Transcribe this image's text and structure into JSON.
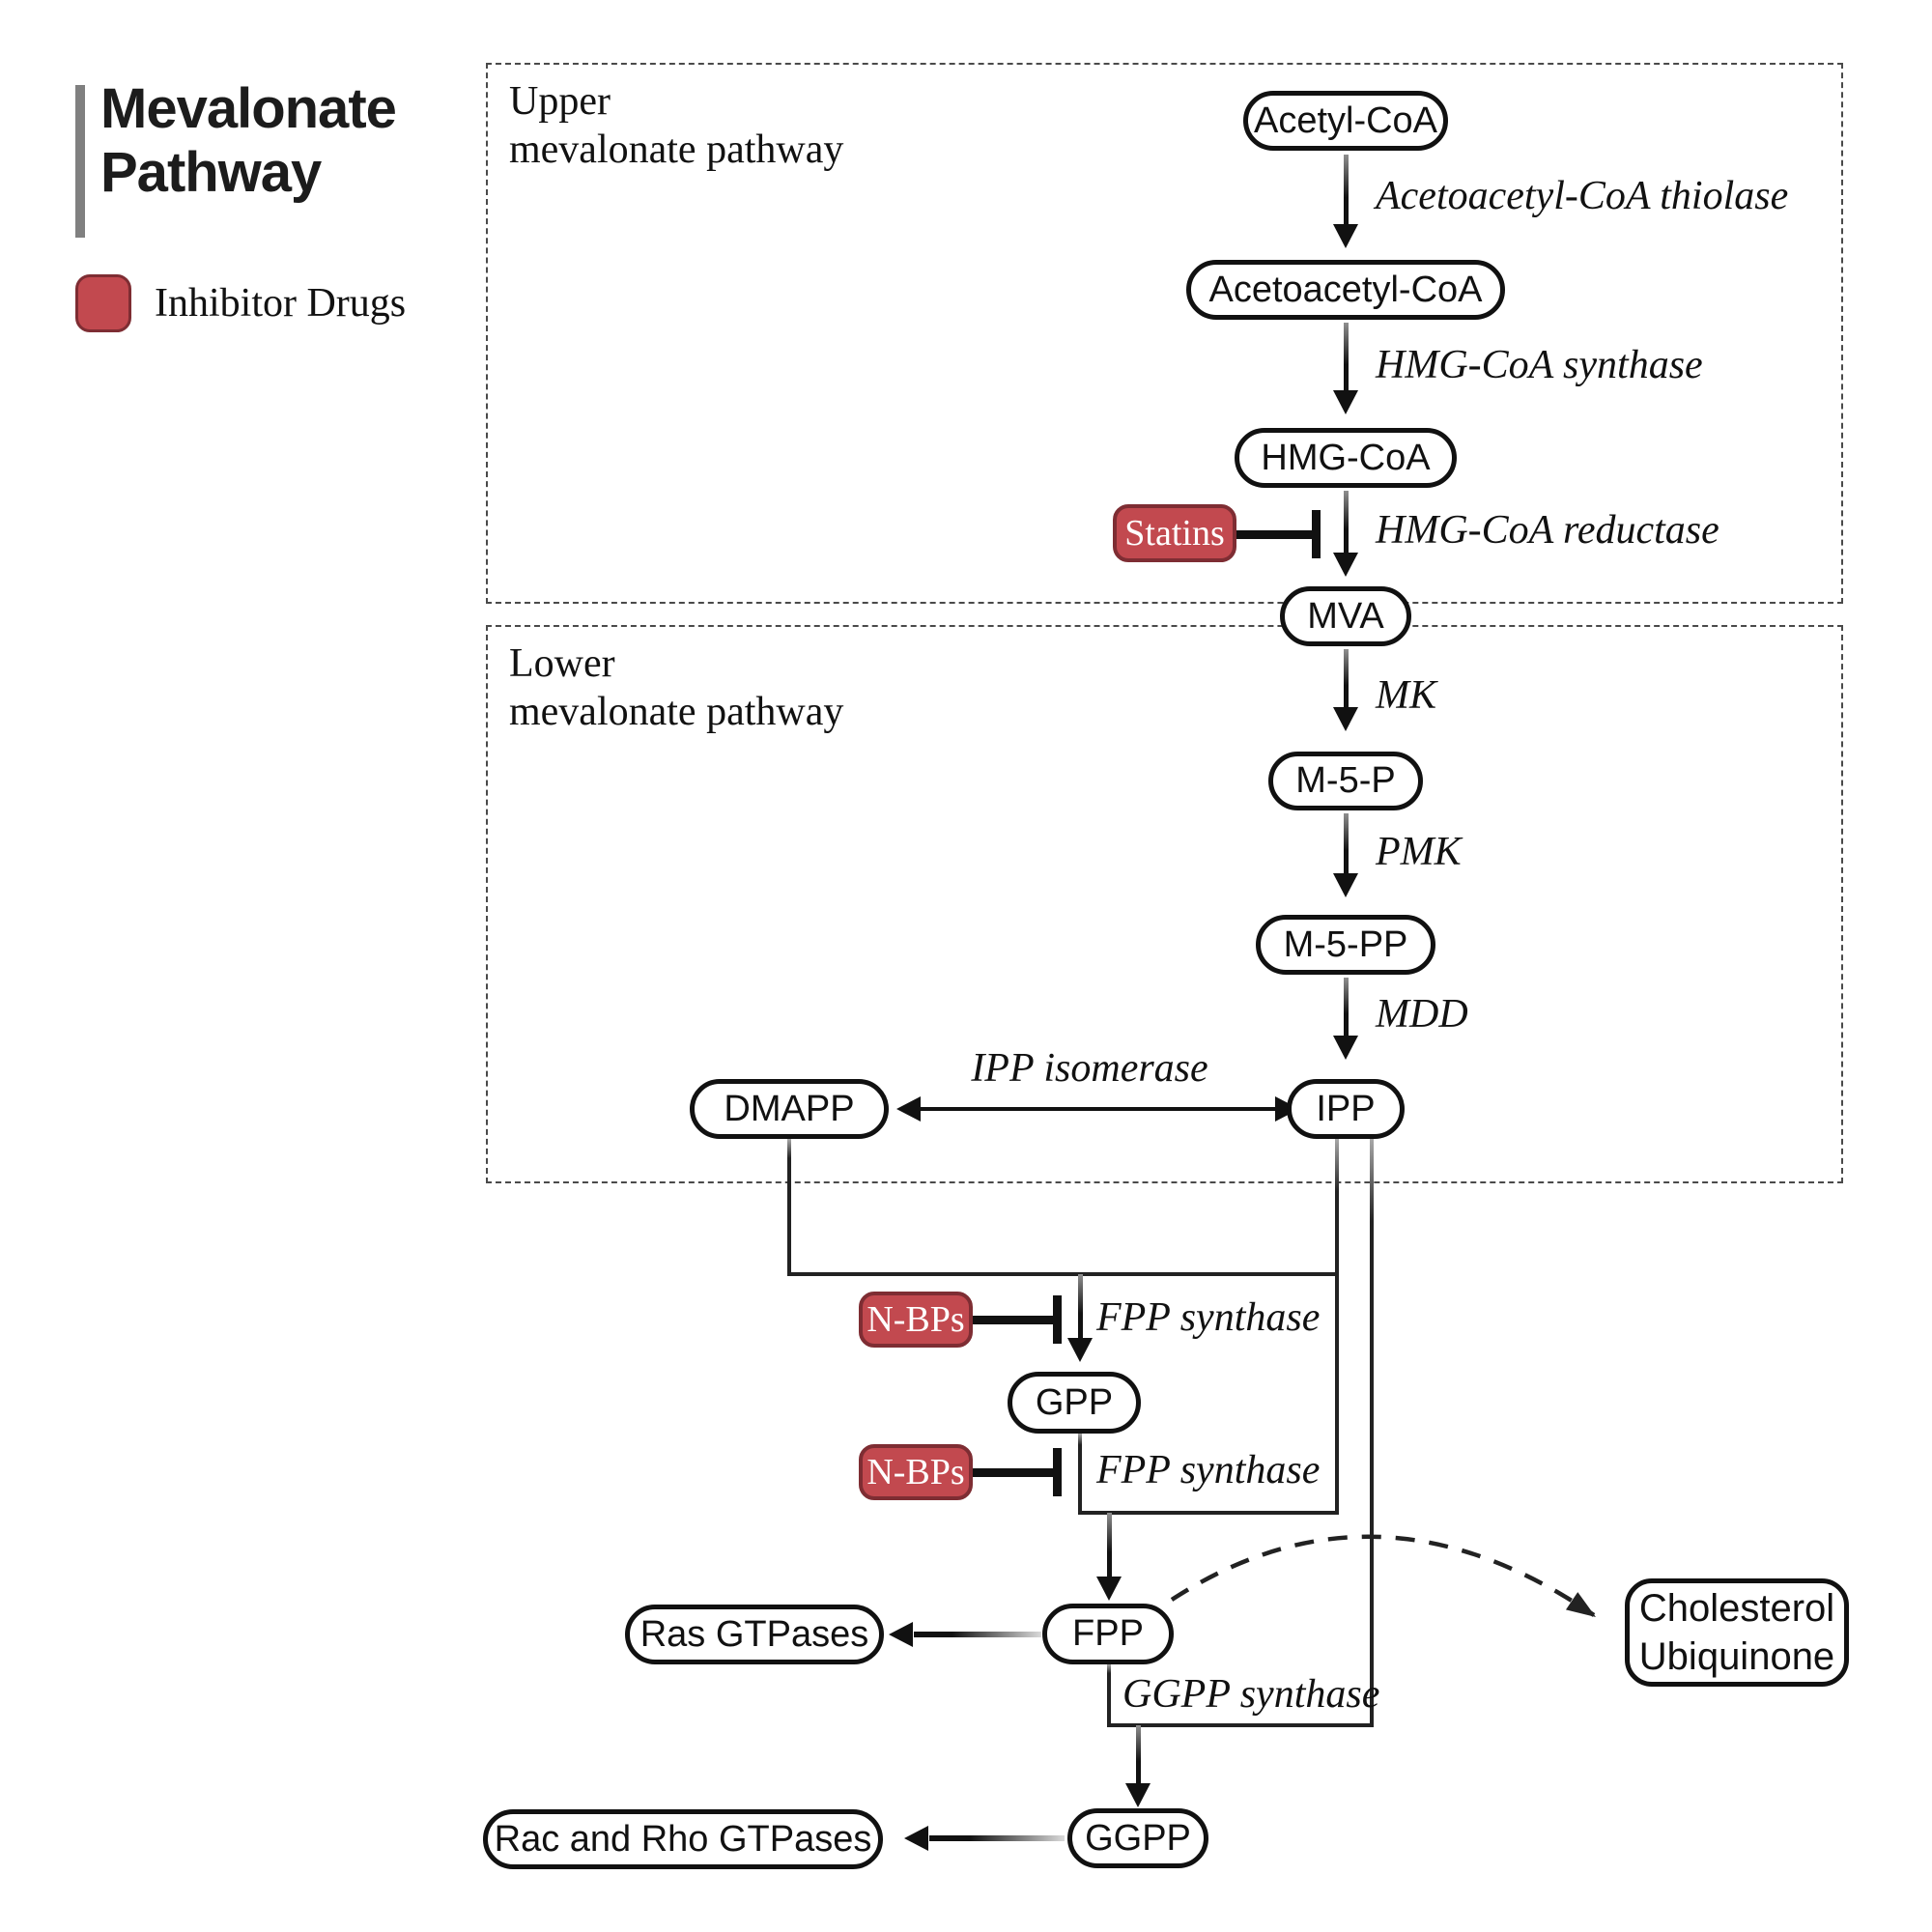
{
  "title": {
    "line1": "Mevalonate",
    "line2": "Pathway"
  },
  "legend": {
    "inhibitor_label": "Inhibitor Drugs"
  },
  "regions": {
    "upper": {
      "line1": "Upper",
      "line2": "mevalonate pathway"
    },
    "lower": {
      "line1": "Lower",
      "line2": "mevalonate pathway"
    }
  },
  "nodes": {
    "acetyl_coa": "Acetyl-CoA",
    "acetoacetyl_coa": "Acetoacetyl-CoA",
    "hmg_coa": "HMG-CoA",
    "mva": "MVA",
    "m5p": "M-5-P",
    "m5pp": "M-5-PP",
    "ipp": "IPP",
    "dmapp": "DMAPP",
    "gpp": "GPP",
    "fpp": "FPP",
    "ggpp": "GGPP",
    "ras_gtpases": "Ras GTPases",
    "rac_rho_gtpases": "Rac and Rho GTPases",
    "cholesterol_line1": "Cholesterol",
    "cholesterol_line2": "Ubiquinone"
  },
  "enzymes": {
    "thiolase": "Acetoacetyl-CoA thiolase",
    "hmg_synthase": "HMG-CoA synthase",
    "hmg_reductase": "HMG-CoA reductase",
    "mk": "MK",
    "pmk": "PMK",
    "mdd": "MDD",
    "ipp_isomerase": "IPP isomerase",
    "fpp_synthase_1": "FPP synthase",
    "fpp_synthase_2": "FPP synthase",
    "ggpp_synthase": "GGPP synthase"
  },
  "inhibitors": {
    "statins": "Statins",
    "nbps_1": "N-BPs",
    "nbps_2": "N-BPs"
  },
  "colors": {
    "inhibitor_fill": "#c2494f",
    "inhibitor_border": "#7e2d33",
    "node_border": "#111111",
    "line": "#222222",
    "dashed_box": "#4a4a4a",
    "title_accent_bar": "#808080",
    "background": "#ffffff"
  }
}
